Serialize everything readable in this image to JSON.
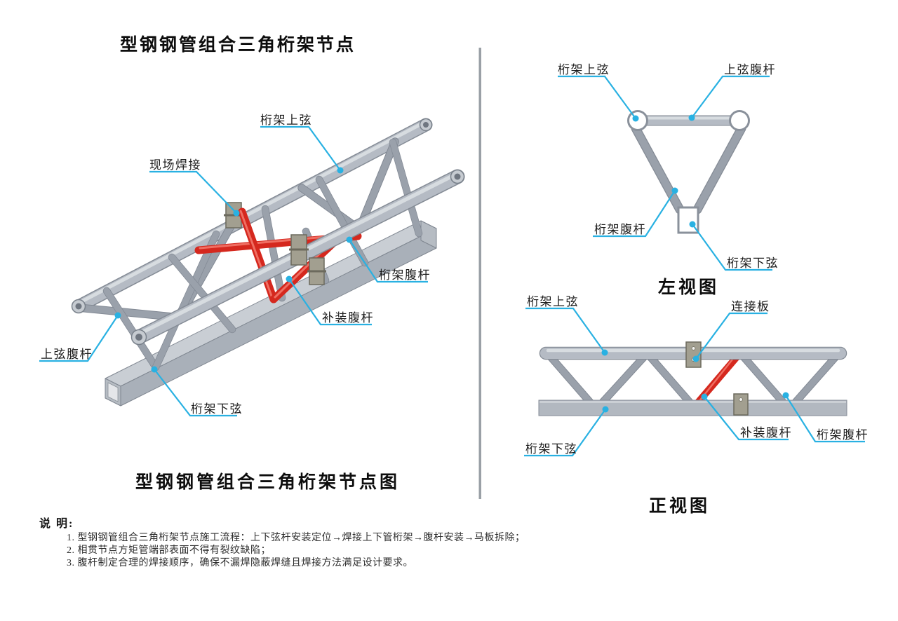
{
  "title": "型钢钢管组合三角桁架节点",
  "iso": {
    "caption": "型钢钢管组合三角桁架节点图",
    "labels": [
      "桁架上弦",
      "现场焊接",
      "桁架腹杆",
      "补装腹杆",
      "上弦腹杆",
      "桁架下弦"
    ]
  },
  "left_view": {
    "caption": "左视图",
    "labels": [
      "桁架上弦",
      "上弦腹杆",
      "桁架腹杆",
      "桁架下弦"
    ]
  },
  "front_view": {
    "caption": "正视图",
    "labels": [
      "桁架上弦",
      "连接板",
      "桁架下弦",
      "补装腹杆",
      "桁架腹杆"
    ]
  },
  "notes": {
    "heading": "说 明:",
    "items": [
      "1. 型钢钢管组合三角桁架节点施工流程：上下弦杆安装定位→焊接上下管桁架→腹杆安装→马板拆除；",
      "2. 相贯节点方矩管端部表面不得有裂纹缺陷；",
      "3. 腹杆制定合理的焊接顺序，确保不漏焊隐蔽焊缝且焊接方法满足设计要求。"
    ]
  },
  "colors": {
    "leader_line": "#29b1e2",
    "steel_member": "#b5bbc4",
    "web_member": "#9aa1ab",
    "supplementary_member_red": "#d5281e",
    "connection_plate": "#a29f90"
  }
}
